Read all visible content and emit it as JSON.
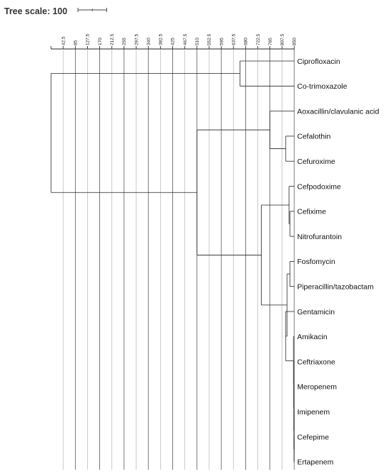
{
  "header": {
    "tree_scale_label": "Tree scale: 100"
  },
  "axis": {
    "min": 0,
    "max": 850,
    "ticks": [
      "42.5",
      "85",
      "127.5",
      "170",
      "212.5",
      "255",
      "297.5",
      "340",
      "382.5",
      "425",
      "467.5",
      "510",
      "552.5",
      "595",
      "637.5",
      "680",
      "722.5",
      "765",
      "807.5",
      "850"
    ],
    "tick_values": [
      42.5,
      85,
      127.5,
      170,
      212.5,
      255,
      297.5,
      340,
      382.5,
      425,
      467.5,
      510,
      552.5,
      595,
      637.5,
      680,
      722.5,
      765,
      807.5,
      850
    ]
  },
  "scale_bar": {
    "length": 100
  },
  "tree": {
    "leaves": [
      "Ciprofloxacin",
      "Co-trimoxazole",
      "Aoxacillin/clavulanic acid",
      "Cefalothin",
      "Cefuroxime",
      "Cefpodoxime",
      "Cefixime",
      "Nitrofurantoin",
      "Fosfomycin",
      "Piperacillin/tazobactam",
      "Gentamicin",
      "Amikacin",
      "Ceftriaxone",
      "Meropenem",
      "Imipenem",
      "Cefepime",
      "Ertapenem"
    ],
    "leaf_value": 850,
    "nodes": [
      {
        "id": "n_cipro_cotrim",
        "value": 660,
        "children": [
          "L0",
          "L1"
        ]
      },
      {
        "id": "n_cefalo_cefur",
        "value": 820,
        "children": [
          "L3",
          "L4"
        ]
      },
      {
        "id": "n_amox_cef",
        "value": 765,
        "children": [
          "L2",
          "n_cefalo_cefur"
        ]
      },
      {
        "id": "n_cefix_nitro",
        "value": 835,
        "children": [
          "L6",
          "L7"
        ]
      },
      {
        "id": "n_cefpod_group",
        "value": 832,
        "children": [
          "L5",
          "n_cefix_nitro"
        ]
      },
      {
        "id": "n_erta_cefe",
        "value": 849.2,
        "children": [
          "L16",
          "L15"
        ]
      },
      {
        "id": "n_imi",
        "value": 848.6,
        "children": [
          "L14",
          "n_erta_cefe"
        ]
      },
      {
        "id": "n_mero",
        "value": 848.2,
        "children": [
          "L13",
          "n_imi"
        ]
      },
      {
        "id": "n_ceftri",
        "value": 847.8,
        "children": [
          "L12",
          "n_mero"
        ]
      },
      {
        "id": "n_amik",
        "value": 847.4,
        "children": [
          "L11",
          "n_ceftri"
        ]
      },
      {
        "id": "n_genta",
        "value": 820,
        "children": [
          "L10",
          "n_amik"
        ]
      },
      {
        "id": "n_fosfo_pip",
        "value": 835,
        "children": [
          "L8",
          "L9"
        ]
      },
      {
        "id": "n_fosfo_genta",
        "value": 825,
        "children": [
          "n_fosfo_pip",
          "n_genta"
        ]
      },
      {
        "id": "n_lower",
        "value": 735,
        "children": [
          "n_cefpod_group",
          "n_fosfo_genta"
        ]
      },
      {
        "id": "n_beta",
        "value": 510,
        "children": [
          "n_amox_cef",
          "n_lower"
        ]
      },
      {
        "id": "n_root",
        "value": 0,
        "children": [
          "n_cipro_cotrim",
          "n_beta"
        ]
      }
    ]
  }
}
